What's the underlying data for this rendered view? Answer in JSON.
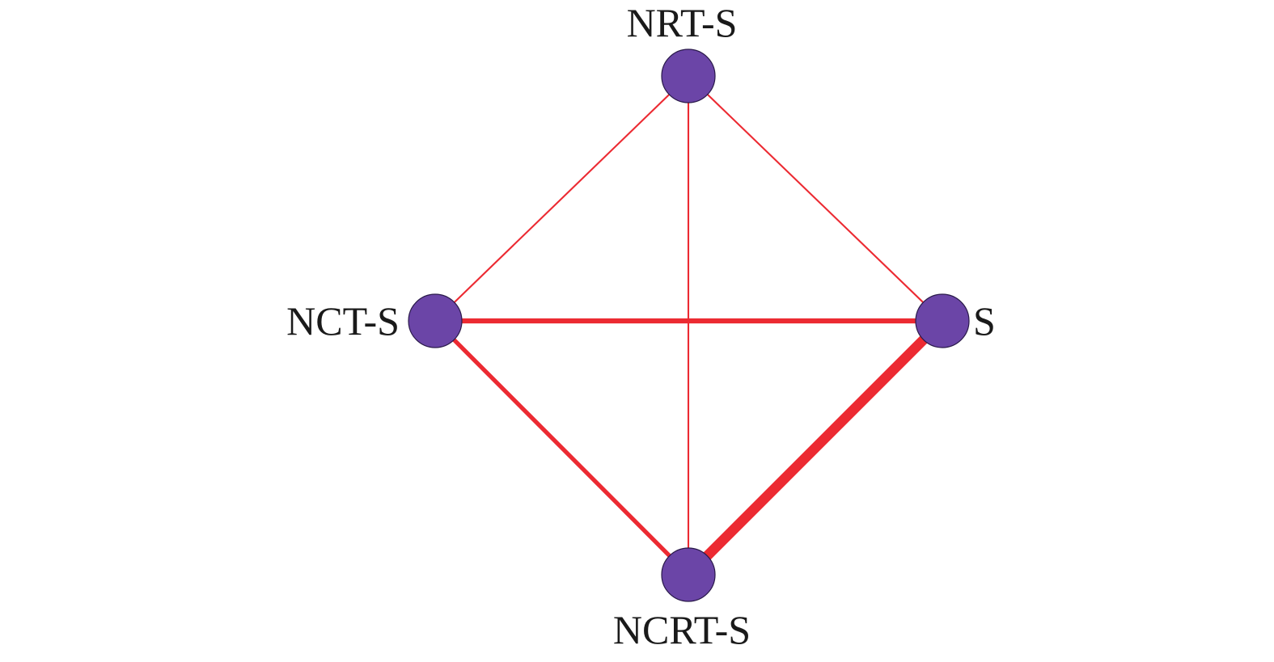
{
  "colors": {
    "edge": "#ec2a32",
    "node_fill": "#6b45a7",
    "node_stroke": "#2a1a4a",
    "label": "#1a1a1a"
  },
  "nodes": [
    {
      "id": "NRT-S",
      "label": "NRT-S"
    },
    {
      "id": "NCT-S",
      "label": "NCT-S"
    },
    {
      "id": "S",
      "label": "S"
    },
    {
      "id": "NCRT-S",
      "label": "NCRT-S"
    }
  ],
  "edges": [
    {
      "from": "NRT-S",
      "to": "NCT-S",
      "weight": 1
    },
    {
      "from": "NRT-S",
      "to": "S",
      "weight": 1
    },
    {
      "from": "NRT-S",
      "to": "NCRT-S",
      "weight": 1
    },
    {
      "from": "NCT-S",
      "to": "S",
      "weight": 3
    },
    {
      "from": "NCT-S",
      "to": "NCRT-S",
      "weight": 2.5
    },
    {
      "from": "S",
      "to": "NCRT-S",
      "weight": 6
    }
  ]
}
